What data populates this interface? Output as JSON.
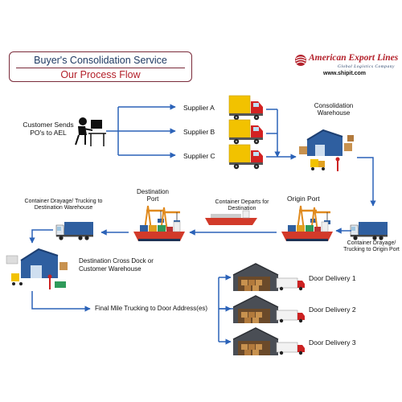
{
  "header": {
    "title": "Buyer's Consolidation Service",
    "subtitle": "Our Process Flow",
    "brand_name": "American Export Lines",
    "brand_tagline": "Global Logistics Company",
    "website": "www.shipit.com"
  },
  "nodes": {
    "customer": "Customer Sends PO's to AEL",
    "supplier_a": "Supplier A",
    "supplier_b": "Supplier B",
    "supplier_c": "Supplier C",
    "consolidation": "Consolidation Warehouse",
    "drayage_origin": "Container Drayage/ Trucking to Origin Port",
    "origin_port": "Origin Port",
    "container_departs": "Container Departs for Destination",
    "destination_port": "Destination Port",
    "drayage_destination": "Container Drayage/ Trucking to Destination Warehouse",
    "cross_dock": "Destination Cross Dock or Customer Warehouse",
    "final_mile": "Final Mile Trucking to Door Address(es)",
    "door_1": "Door Delivery 1",
    "door_2": "Door Delivery 2",
    "door_3": "Door Delivery 3"
  },
  "colors": {
    "arrow": "#2b62b8",
    "truck_cargo": "#f2c200",
    "truck_cab": "#d32222",
    "ship_hull": "#d23a2a",
    "warehouse": "#2f5fa0",
    "title_red": "#b3202a",
    "title_blue": "#1f3a63"
  }
}
